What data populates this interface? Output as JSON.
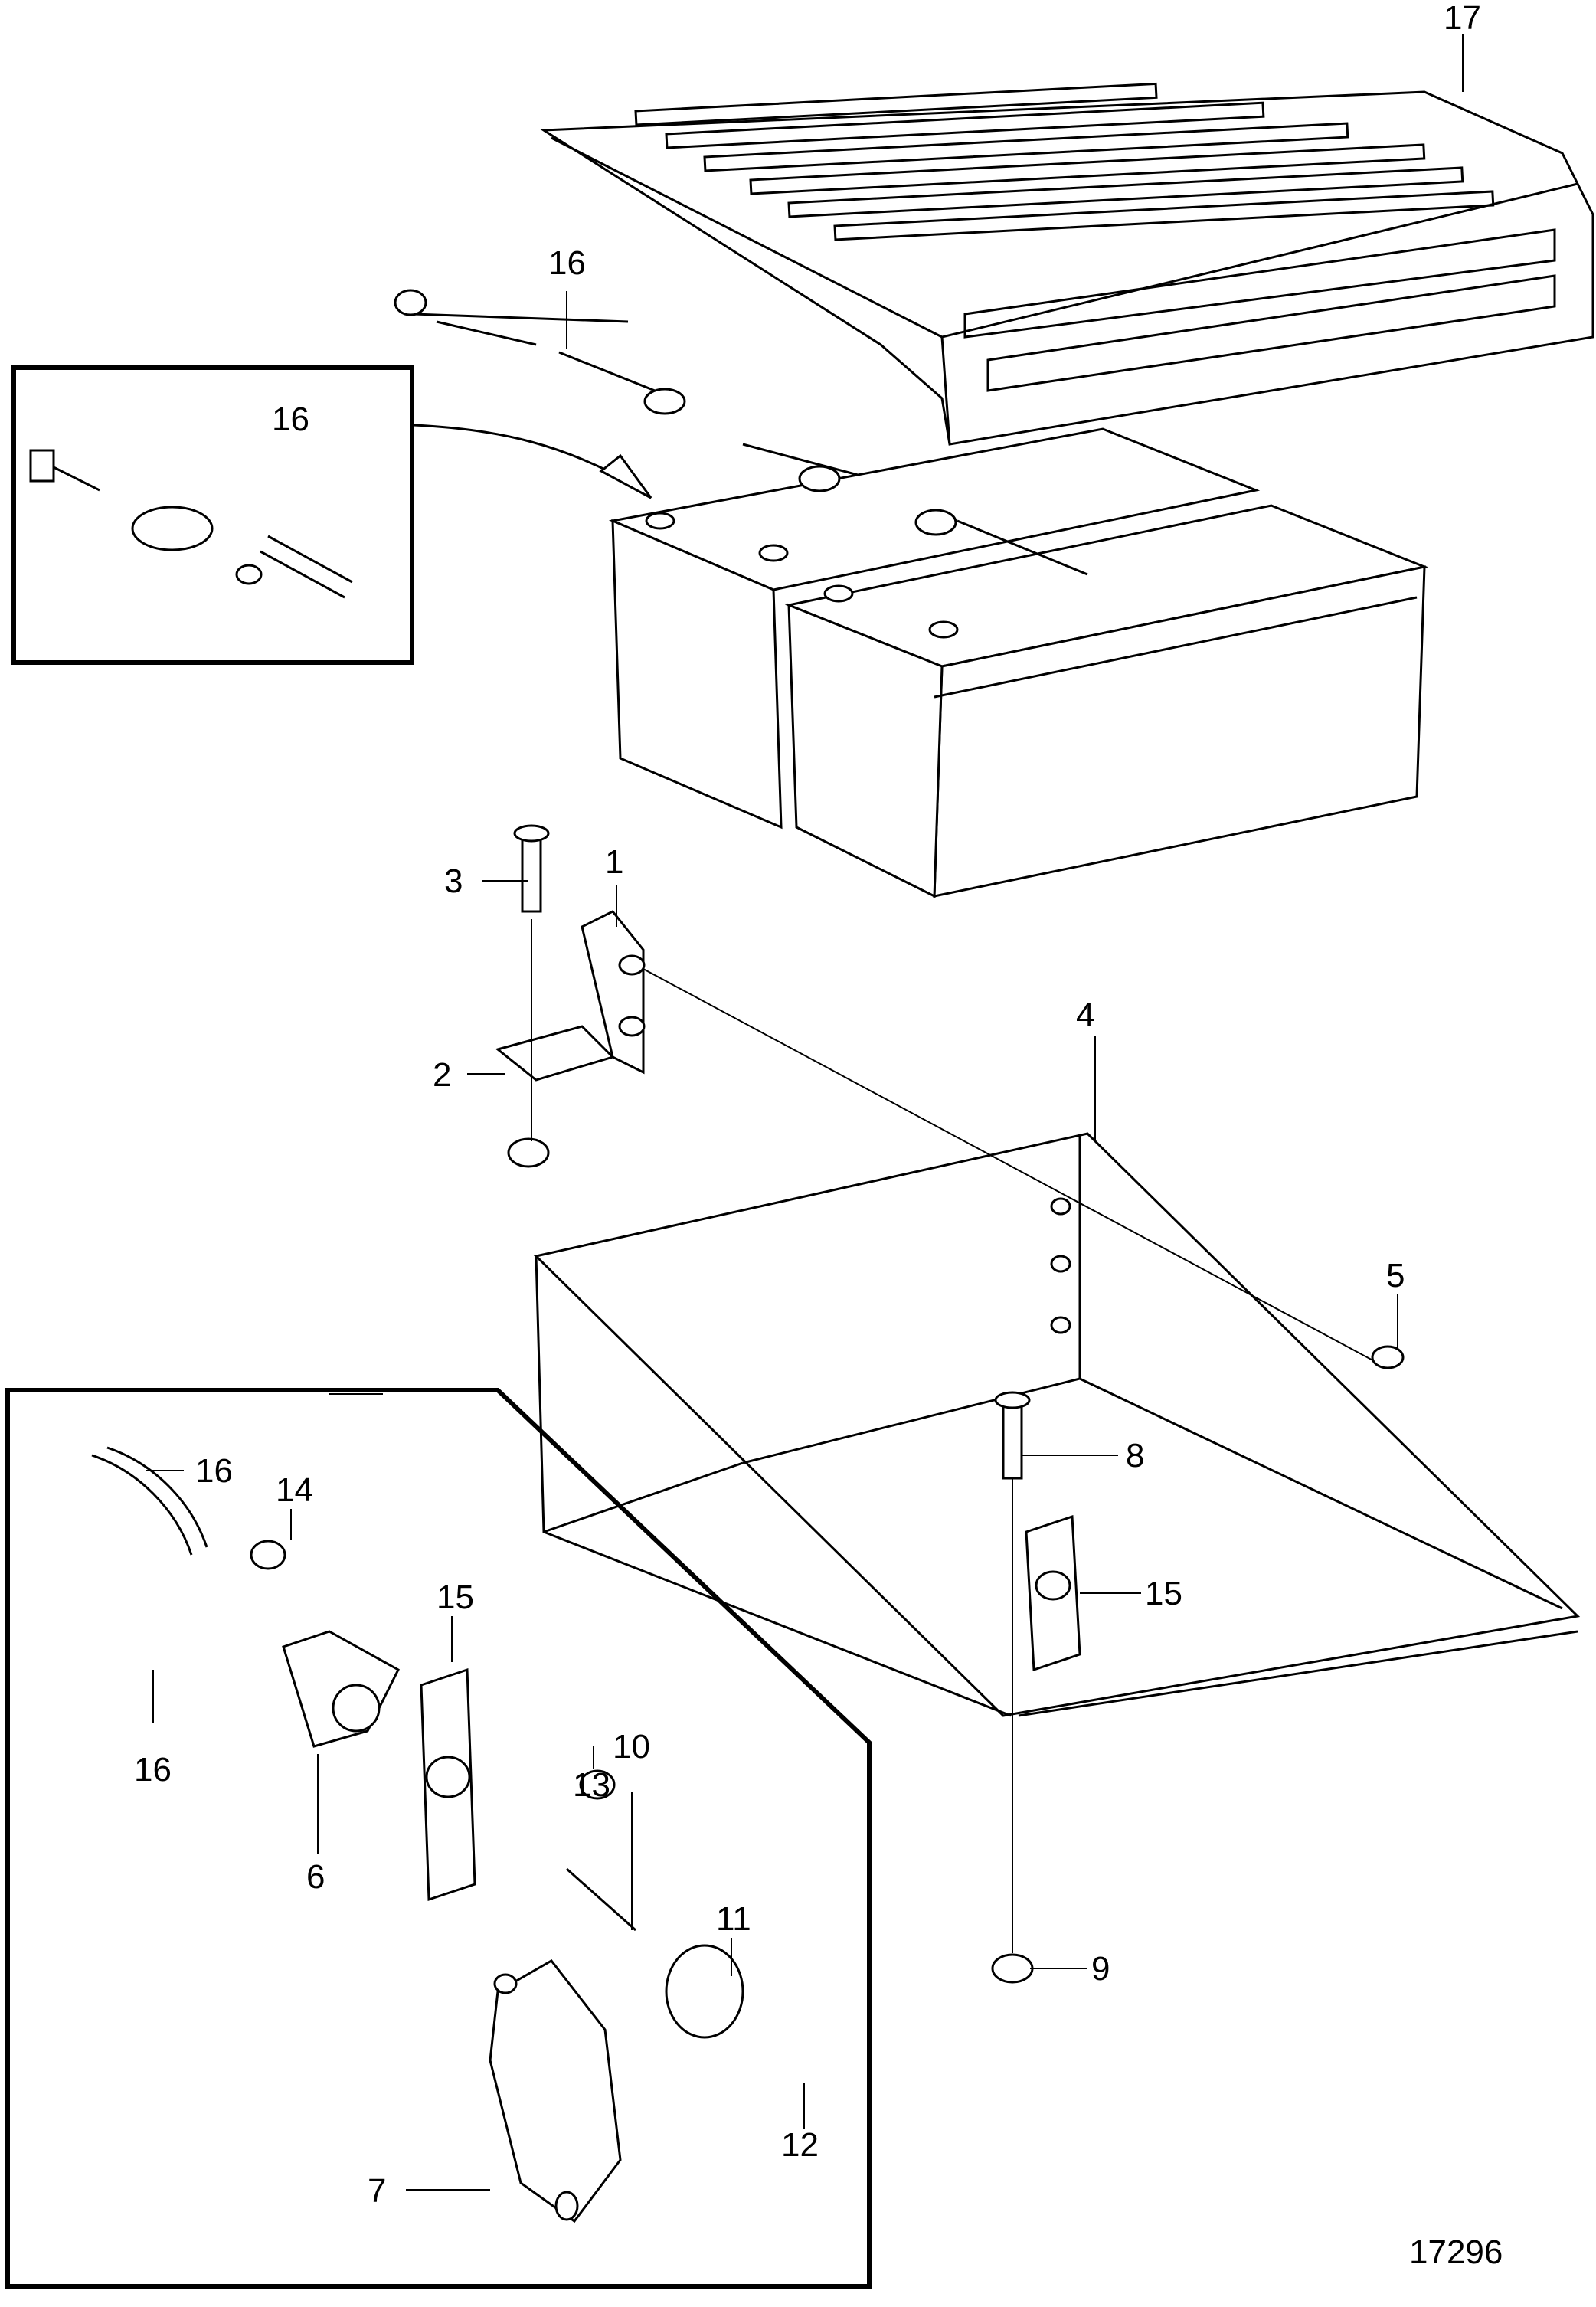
{
  "figure_number": "17296",
  "callouts": {
    "c1": "1",
    "c2": "2",
    "c3": "3",
    "c4": "4",
    "c5": "5",
    "c6": "6",
    "c7": "7",
    "c8": "8",
    "c9": "9",
    "c10": "10",
    "c11": "11",
    "c12": "12",
    "c13": "13",
    "c14": "14",
    "c15a": "15",
    "c15b": "15",
    "c16a": "16",
    "c16b": "16",
    "c16c": "16",
    "c16d": "16",
    "c17": "17"
  },
  "colors": {
    "ink": "#000000",
    "paper": "#ffffff"
  }
}
